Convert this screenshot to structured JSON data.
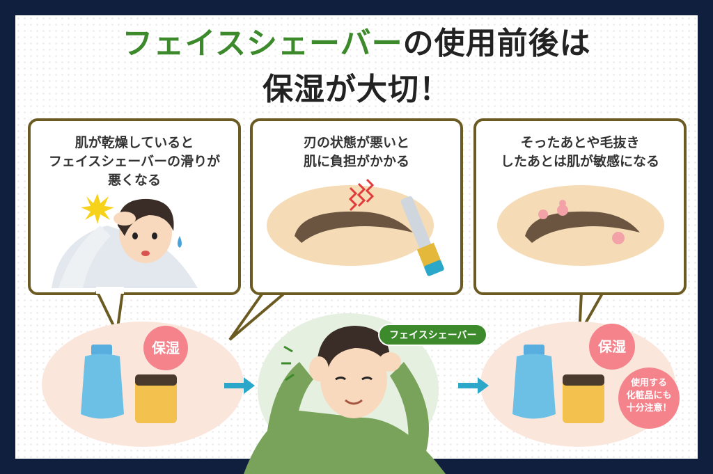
{
  "title": {
    "line1_green": "フェイスシェーバー",
    "line1_rest": "の使用前後は",
    "line2": "保湿が大切！"
  },
  "panels": [
    {
      "text": [
        "肌が乾燥していると",
        "フェイスシェーバーの滑りが",
        "悪くなる"
      ]
    },
    {
      "text": [
        "刃の状態が悪いと",
        "肌に負担がかかる"
      ]
    },
    {
      "text": [
        "そったあとや毛抜き",
        "したあとは肌が敏感になる"
      ]
    }
  ],
  "left_group": {
    "badge": "保湿"
  },
  "center_group": {
    "label": "フェイスシェーバー"
  },
  "right_group": {
    "badge": "保湿",
    "note": [
      "使用する",
      "化粧品にも",
      "十分注意！"
    ]
  },
  "colors": {
    "background": "#0f1f3d",
    "title_green": "#3c8a2b",
    "panel_border": "#6b5a22",
    "badge_pink": "#f4838b",
    "arrow_teal": "#2aa7c9"
  }
}
